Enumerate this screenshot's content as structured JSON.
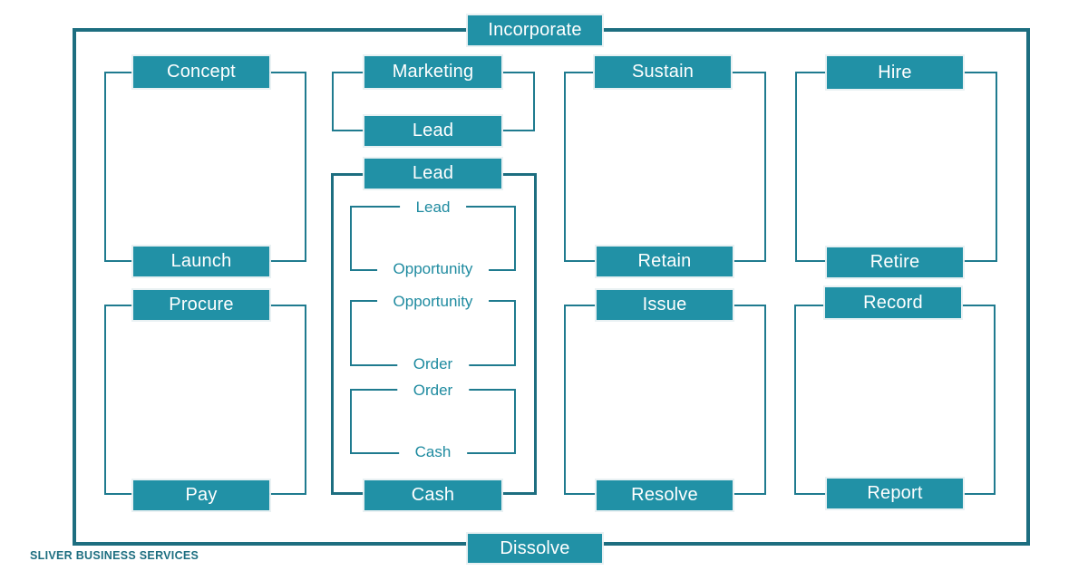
{
  "diagram_title_top": "Incorporate",
  "diagram_title_bottom": "Dissolve",
  "footer": "SLIVER BUSINESS SERVICES",
  "colors": {
    "box_fill": "#2191a6",
    "line_dark": "#1d6e80",
    "line": "#1f7b8f",
    "teal_text": "#1f8ba0"
  },
  "cycles": {
    "concept_launch": {
      "start": "Concept",
      "end": "Launch"
    },
    "procure_pay": {
      "start": "Procure",
      "end": "Pay"
    },
    "marketing_lead": {
      "start": "Marketing",
      "end": "Lead"
    },
    "lead_cash": {
      "start": "Lead",
      "end": "Cash"
    },
    "lead_cash_sub": [
      {
        "start": "Lead",
        "end": "Opportunity"
      },
      {
        "start": "Opportunity",
        "end": "Order"
      },
      {
        "start": "Order",
        "end": "Cash"
      }
    ],
    "sustain_retain": {
      "start": "Sustain",
      "end": "Retain"
    },
    "issue_resolve": {
      "start": "Issue",
      "end": "Resolve"
    },
    "hire_retire": {
      "start": "Hire",
      "end": "Retire"
    },
    "record_report": {
      "start": "Record",
      "end": "Report"
    }
  }
}
